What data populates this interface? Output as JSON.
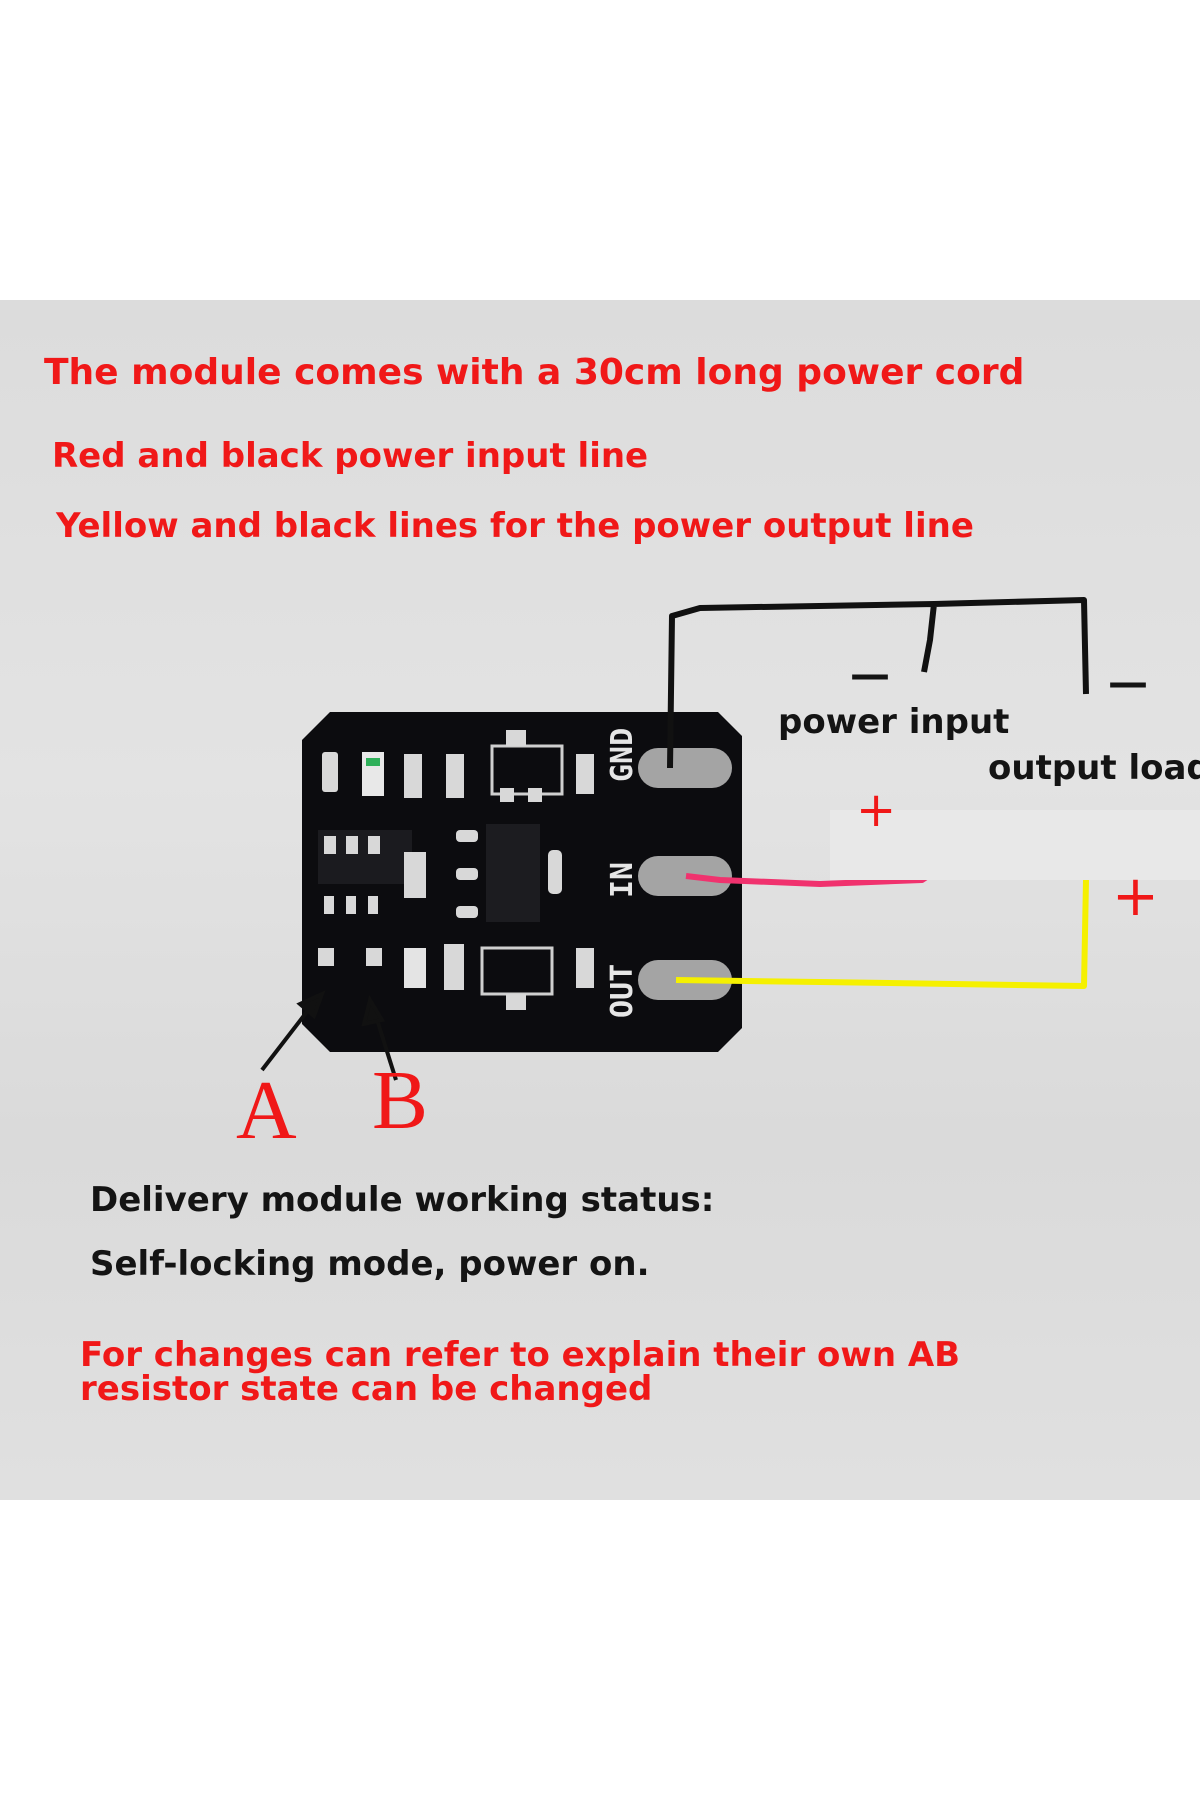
{
  "notes": {
    "line1": "The module comes with a 30cm long power cord",
    "line2": "Red and black power input line",
    "line3": "Yellow and black lines for the power output line"
  },
  "labels": {
    "power_input": "power input",
    "output_load": "output load",
    "minus": "—",
    "plus": "+",
    "resistor_a": "A",
    "resistor_b": "B"
  },
  "pins": {
    "gnd": "GND",
    "in": "IN",
    "out": "OUT"
  },
  "status": {
    "heading": "Delivery module working status:",
    "mode": "Self-locking mode, power on.",
    "note": "For changes can refer to explain their own AB resistor state can be changed"
  },
  "colors": {
    "annotation_red": "#f01818",
    "wire_black": "#111111",
    "wire_red": "#f0326e",
    "wire_yellow": "#f5f000",
    "pcb": "#0c0c0f"
  }
}
